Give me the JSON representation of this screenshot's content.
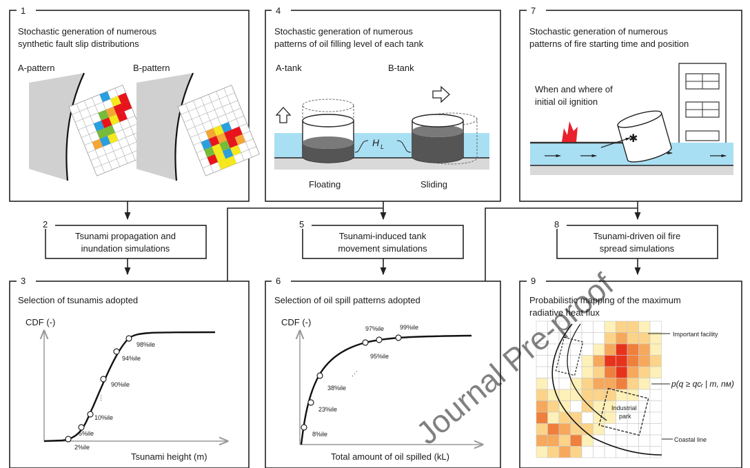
{
  "panels": [
    {
      "num": "1",
      "title_l1": "Stochastic generation of numerous",
      "title_l2": "synthetic fault slip distributions",
      "label_a": "A-pattern",
      "label_b": "B-pattern"
    },
    {
      "num": "4",
      "title_l1": "Stochastic generation of numerous",
      "title_l2": "patterns of oil filling level of each tank",
      "label_a": "A-tank",
      "label_b": "B-tank",
      "label_hl": "H",
      "label_hl_sub": "L",
      "caption_a": "Floating",
      "caption_b": "Sliding"
    },
    {
      "num": "7",
      "title_l1": "Stochastic generation of numerous",
      "title_l2": "patterns of fire starting time and position",
      "note_l1": "When and where of",
      "note_l2": "initial oil ignition"
    }
  ],
  "steps": [
    {
      "num": "2",
      "l1": "Tsunami propagation and",
      "l2": "inundation simulations"
    },
    {
      "num": "5",
      "l1": "Tsunami-induced tank",
      "l2": "movement simulations"
    },
    {
      "num": "8",
      "l1": "Tsunami-driven oil fire",
      "l2": "spread simulations"
    }
  ],
  "results": [
    {
      "num": "3",
      "title": "Selection of tsunamis adopted",
      "ylabel": "CDF (-)",
      "xlabel": "Tsunami height (m)",
      "percentiles": [
        "2%ile",
        "5%ile",
        "10%ile",
        "90%ile",
        "94%ile",
        "98%ile"
      ]
    },
    {
      "num": "6",
      "title": "Selection of oil spill patterns adopted",
      "ylabel": "CDF (-)",
      "xlabel": "Total amount of oil spilled (kL)",
      "percentiles": [
        "8%ile",
        "23%ile",
        "38%ile",
        "95%ile",
        "97%ile",
        "99%ile"
      ]
    },
    {
      "num": "9",
      "title_l1": "Probabilistic mapping of the maximum",
      "title_l2": "radiative heat flux",
      "label_facility": "Important facility",
      "label_park_l1": "Industrial",
      "label_park_l2": "park",
      "label_coast": "Coastal line",
      "formula": "p(q ≥ qᴄᵣ | m, nᴍ)"
    }
  ],
  "watermark": "Journal Pre-proof",
  "colors": {
    "blue": "#2a9fe0",
    "red": "#e8141c",
    "yellow": "#f5e81c",
    "green": "#77bb3a",
    "orange": "#f4a636",
    "water": "#a9dff3"
  }
}
